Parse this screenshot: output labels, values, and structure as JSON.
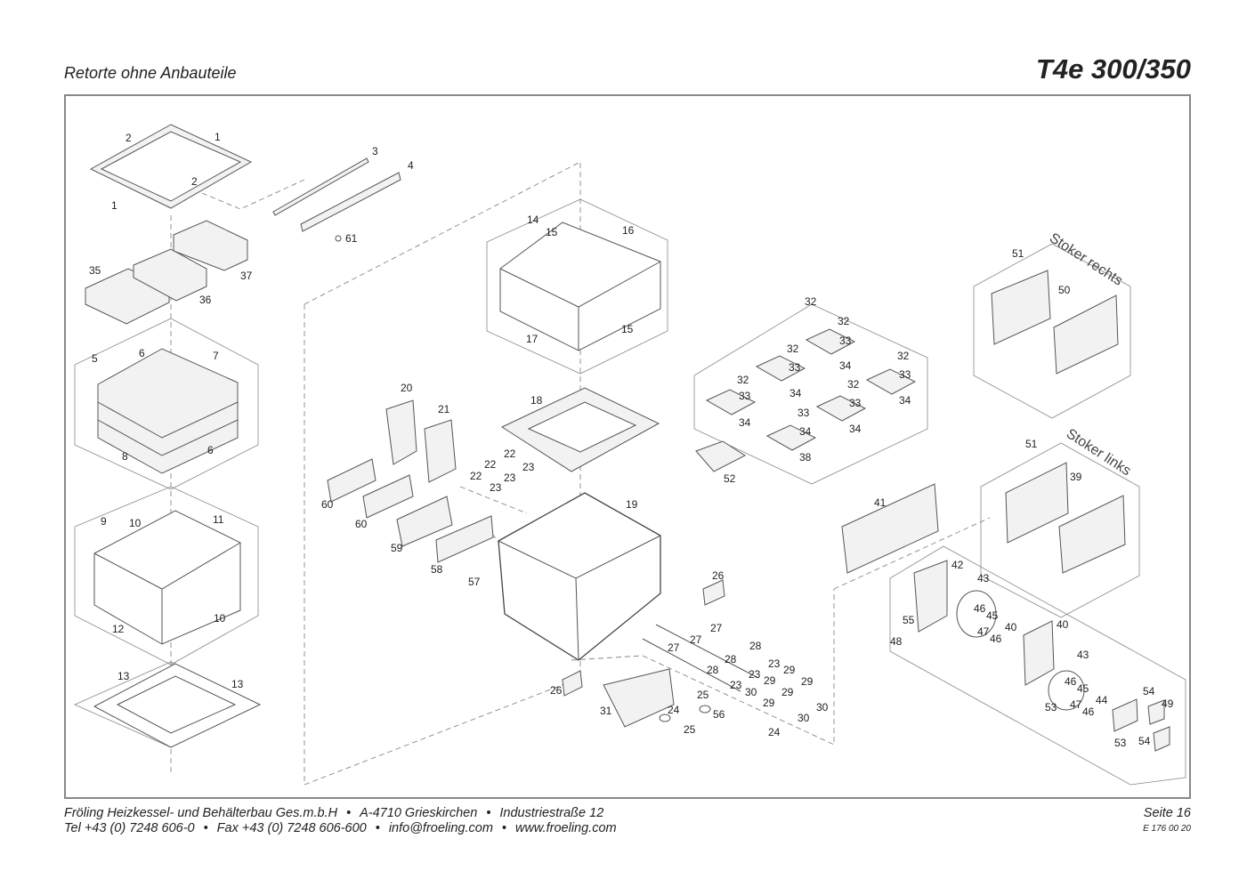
{
  "header": {
    "subtitle": "Retorte ohne Anbauteile",
    "model": "T4e 300/350"
  },
  "diagram": {
    "group_labels": [
      "Stoker rechts",
      "Stoker links"
    ],
    "part_numbers": [
      "1",
      "2",
      "2",
      "1",
      "3",
      "4",
      "61",
      "35",
      "36",
      "37",
      "5",
      "6",
      "7",
      "8",
      "6",
      "9",
      "10",
      "11",
      "12",
      "10",
      "13",
      "13",
      "14",
      "15",
      "16",
      "17",
      "15",
      "20",
      "21",
      "18",
      "22",
      "22",
      "23",
      "23",
      "22",
      "23",
      "60",
      "60",
      "59",
      "58",
      "57",
      "19",
      "26",
      "26",
      "27",
      "27",
      "27",
      "28",
      "28",
      "28",
      "23",
      "23",
      "23",
      "29",
      "29",
      "29",
      "29",
      "29",
      "30",
      "30",
      "30",
      "24",
      "24",
      "25",
      "25",
      "56",
      "31",
      "32",
      "32",
      "32",
      "32",
      "32",
      "32",
      "33",
      "33",
      "33",
      "33",
      "33",
      "33",
      "34",
      "34",
      "34",
      "34",
      "34",
      "34",
      "38",
      "52",
      "51",
      "50",
      "51",
      "39",
      "41",
      "42",
      "43",
      "46",
      "45",
      "47",
      "46",
      "40",
      "55",
      "48",
      "40",
      "43",
      "46",
      "45",
      "47",
      "46",
      "44",
      "53",
      "54",
      "49",
      "53",
      "54"
    ]
  },
  "footer": {
    "company": "Fröling Heizkessel- und Behälterbau Ges.m.b.H",
    "address": "A-4710 Grieskirchen",
    "street": "Industriestraße 12",
    "tel": "Tel +43 (0) 7248 606-0",
    "fax": "Fax +43 (0) 7248 606-600",
    "email": "info@froeling.com",
    "web": "www.froeling.com",
    "page": "Seite 16",
    "doc_code": "E 176 00 20"
  }
}
